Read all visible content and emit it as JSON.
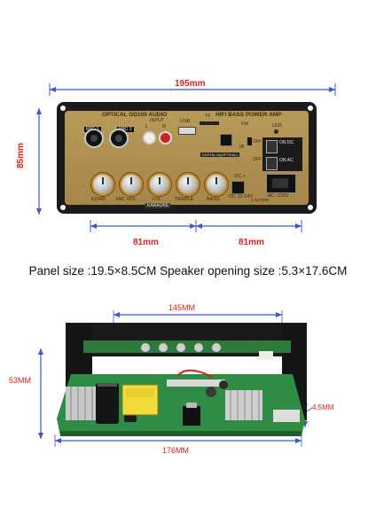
{
  "dimensions": {
    "top_width": "195mm",
    "side_height": "85mm",
    "left_opening": "81mm",
    "right_opening": "81mm",
    "board_top": "145MM",
    "board_height": "53MM",
    "board_width": "176MM",
    "board_depth": "4.5MM"
  },
  "caption": "Panel size :19.5×8.5CM Speaker opening size :5.3×17.6CM",
  "panel": {
    "header_left": "OPTICAL  GD100  AUDIO",
    "header_right": "HIFI  BASS  POWER  AMP",
    "mic1": "MIC 1",
    "mic2": "MIC 2",
    "input": "INPUT",
    "input_l": "L",
    "input_r": "R",
    "usb": "USB",
    "tf": "TF",
    "fm": "FM",
    "led": "LED",
    "ir": "IR",
    "digital_input": "DIGITAL IN(OPTICAL)",
    "knobs": [
      "ECHO",
      "MIC VOL",
      "VOL",
      "TREBLE",
      "BASS"
    ],
    "karaoke": "KARAOKE",
    "dc_label": "- DC +",
    "dc_range": "DC 12-24V",
    "caution": "CAUTION",
    "off_label": "OFF",
    "on_dc": "ON  DC",
    "on_ac": "ON  AC",
    "ac_label": "AC~220V"
  }
}
